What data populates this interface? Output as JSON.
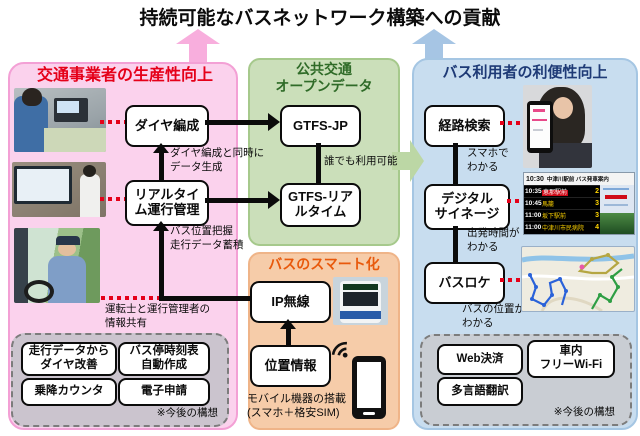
{
  "title": "持続可能なバスネットワーク構築への貢献",
  "colors": {
    "pink_panel": "#fbd2ed",
    "green_panel": "#cbdfba",
    "blue_panel": "#c8ddef",
    "orange_panel": "#f6cca9",
    "red_accent": "#e50019",
    "pink_header_text": "#e50019",
    "green_header_text": "#2f6b28",
    "blue_header_text": "#1e3a76",
    "orange_header_text": "#e8590c"
  },
  "left": {
    "header": "交通事業者の生産性向上",
    "box_dia": "ダイヤ編成",
    "box_realtime": [
      "リアルタイ",
      "ム運行管理"
    ],
    "note_dia": [
      "ダイヤ編成と同時に",
      "データ生成"
    ],
    "note_buspos": [
      "バス位置把握",
      "走行データ蓄積"
    ],
    "note_driver": [
      "運転士と運行管理者の",
      "情報共有"
    ],
    "future": {
      "items": [
        [
          "走行データから",
          "ダイヤ改善"
        ],
        [
          "バス停時刻表",
          "自動作成"
        ],
        [
          "乗降カウンタ"
        ],
        [
          "電子申請"
        ]
      ],
      "note": "※今後の構想"
    }
  },
  "center_top": {
    "header": [
      "公共交通",
      "オープンデータ"
    ],
    "box_gtfs_jp": "GTFS-JP",
    "box_gtfs_rt": [
      "GTFS-リア",
      "ルタイム"
    ],
    "note_everyone": "誰でも利用可能"
  },
  "center_bottom": {
    "header": "バスのスマート化",
    "box_ip": "IP無線",
    "box_location": "位置情報",
    "note_mobile": [
      "モバイル機器の搭載",
      "(スマホ＋格安SIM)"
    ]
  },
  "right": {
    "header": "バス利用者の利便性向上",
    "box_route": "経路検索",
    "box_signage": [
      "デジタル",
      "サイネージ"
    ],
    "box_busloc": "バスロケ",
    "note_phone": [
      "スマホで",
      "わかる"
    ],
    "note_departure": [
      "出発時間が",
      "わかる"
    ],
    "note_buspos": [
      "バスの位置が",
      "わかる"
    ],
    "signage": {
      "header_time": "10:30",
      "header_title": "中津川駅前 バス発車案内",
      "rows": [
        {
          "time": "10:35",
          "dest": "恵那駅前",
          "platform": "2"
        },
        {
          "time": "10:45",
          "dest": "馬籠",
          "platform": "3"
        },
        {
          "time": "11:00",
          "dest": "坂下駅前",
          "platform": "3"
        },
        {
          "time": "11:00",
          "dest": "中津川市民病院",
          "platform": "4"
        }
      ]
    },
    "future": {
      "items": [
        [
          "Web決済"
        ],
        [
          "車内",
          "フリーWi-Fi"
        ],
        [
          "多言語翻訳"
        ]
      ],
      "note": "※今後の構想"
    }
  }
}
